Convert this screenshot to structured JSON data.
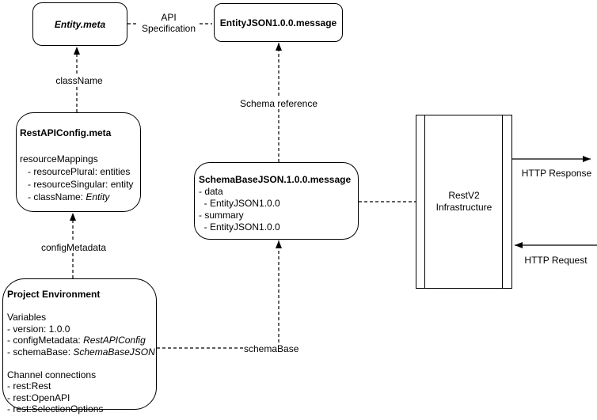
{
  "colors": {
    "stroke": "#000000",
    "background": "#ffffff",
    "text": "#000000"
  },
  "nodes": {
    "entity_meta": {
      "title": "Entity.meta"
    },
    "entity_json_message": {
      "title": "EntityJSON1.0.0.message"
    },
    "rest_api_config": {
      "title": "RestAPIConfig.meta",
      "lines": [
        {
          "text": "resourceMappings"
        },
        {
          "text": "   - resourcePlural: entities"
        },
        {
          "text": "   - resourceSingular: entity"
        },
        {
          "text": "   - className: ",
          "italic": "Entity"
        }
      ]
    },
    "schema_base_json": {
      "title": "SchemaBaseJSON.1.0.0.message",
      "lines": [
        {
          "text": "- data"
        },
        {
          "text": "  - EntityJSON1.0.0"
        },
        {
          "text": "- summary"
        },
        {
          "text": "  - EntityJSON1.0.0"
        }
      ]
    },
    "restv2_infrastructure": {
      "title": "RestV2 Infrastructure"
    },
    "project_environment": {
      "title": "Project Environment",
      "lines": [
        {
          "text": "Variables"
        },
        {
          "text": "- version: 1.0.0"
        },
        {
          "text": "- configMetadata: ",
          "italic": "RestAPIConfig"
        },
        {
          "text": "- schemaBase: ",
          "italic": "SchemaBaseJSON"
        },
        {
          "text": ""
        },
        {
          "text": "Channel connections"
        },
        {
          "text": "- rest:Rest"
        },
        {
          "text": "- rest:OpenAPI"
        },
        {
          "text": "- rest:SelectionOptions"
        }
      ]
    }
  },
  "edge_labels": {
    "api_specification": "API Specification",
    "class_name": "className",
    "schema_reference": "Schema reference",
    "config_metadata": "configMetadata",
    "schema_base": "schemaBase",
    "http_response": "HTTP Response",
    "http_request": "HTTP Request"
  }
}
